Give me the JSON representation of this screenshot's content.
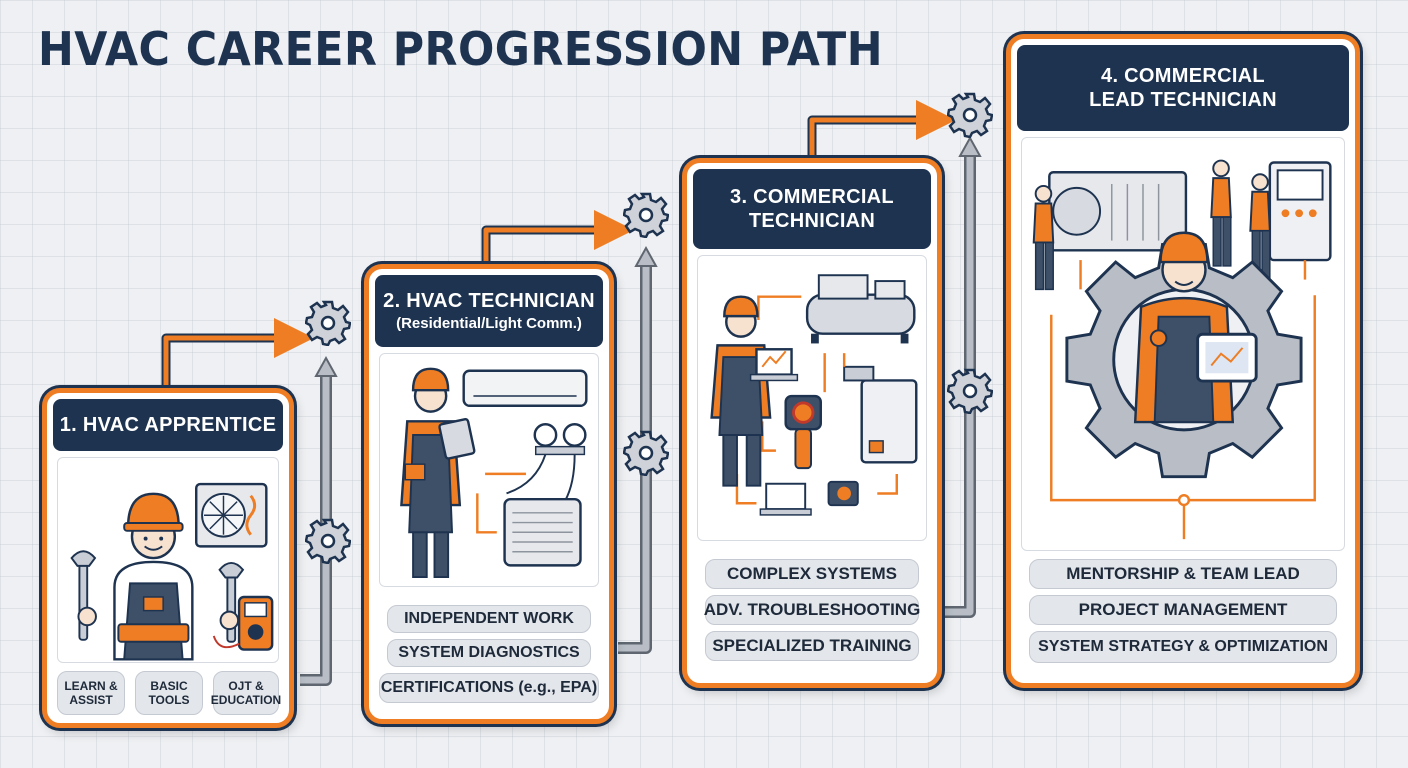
{
  "title": "HVAC CAREER PROGRESSION PATH",
  "colors": {
    "navy": "#1e3350",
    "orange": "#ee7d23",
    "steel": "#8d949e",
    "pill": "#e3e6eb",
    "background": "#eef0f3"
  },
  "stages": [
    {
      "title": "1. HVAC APPRENTICE",
      "subtitle": "",
      "illustration": "apprentice-with-tools-icon",
      "skills": [
        "LEARN & ASSIST",
        "BASIC TOOLS",
        "OJT & EDUCATION"
      ]
    },
    {
      "title": "2. HVAC TECHNICIAN",
      "subtitle": "(Residential/Light Comm.)",
      "illustration": "technician-with-tablet-icon",
      "skills": [
        "INDEPENDENT WORK",
        "SYSTEM DIAGNOSTICS",
        "CERTIFICATIONS (e.g., EPA)"
      ]
    },
    {
      "title": "3. COMMERCIAL",
      "title_line2": "TECHNICIAN",
      "subtitle": "",
      "illustration": "commercial-technician-laptop-icon",
      "skills": [
        "COMPLEX SYSTEMS",
        "ADV. TROUBLESHOOTING",
        "SPECIALIZED TRAINING"
      ]
    },
    {
      "title": "4. COMMERCIAL",
      "title_line2": "LEAD TECHNICIAN",
      "subtitle": "",
      "illustration": "lead-technician-team-icon",
      "skills": [
        "MENTORSHIP & TEAM LEAD",
        "PROJECT MANAGEMENT",
        "SYSTEM STRATEGY & OPTIMIZATION"
      ]
    }
  ]
}
